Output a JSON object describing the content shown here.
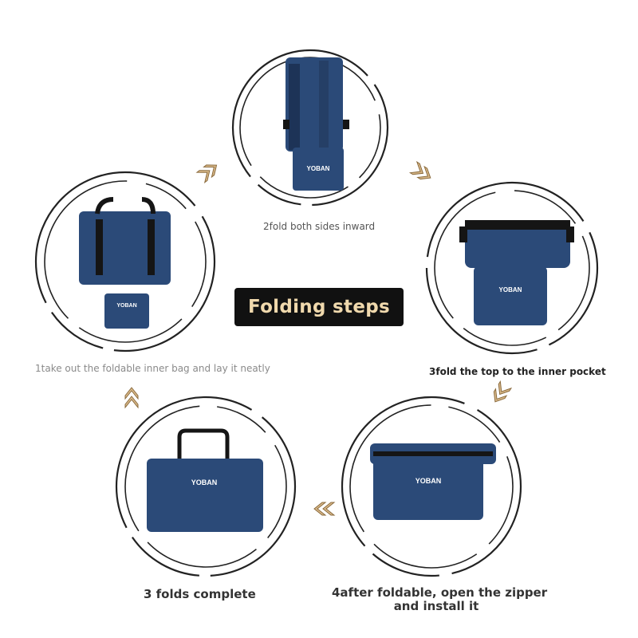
{
  "title": "Folding steps",
  "brand": "YOBAN",
  "steps": [
    {
      "caption": "1take out the foldable inner bag and lay it neatly"
    },
    {
      "caption": "2fold both sides inward"
    },
    {
      "caption": "3fold the top to the inner pocket"
    },
    {
      "caption": "4after foldable, open the zipper"
    },
    {
      "caption": "and install it"
    },
    {
      "caption": "3 folds complete"
    }
  ],
  "colors": {
    "bag": "#2b4a78",
    "bag_dark": "#1d3357",
    "strap": "#151515",
    "arrow": "#d9b98a",
    "title_bg": "#111111",
    "title_text": "#f0d9ad"
  },
  "icons": [
    "double-chevron-arrow-icon"
  ]
}
